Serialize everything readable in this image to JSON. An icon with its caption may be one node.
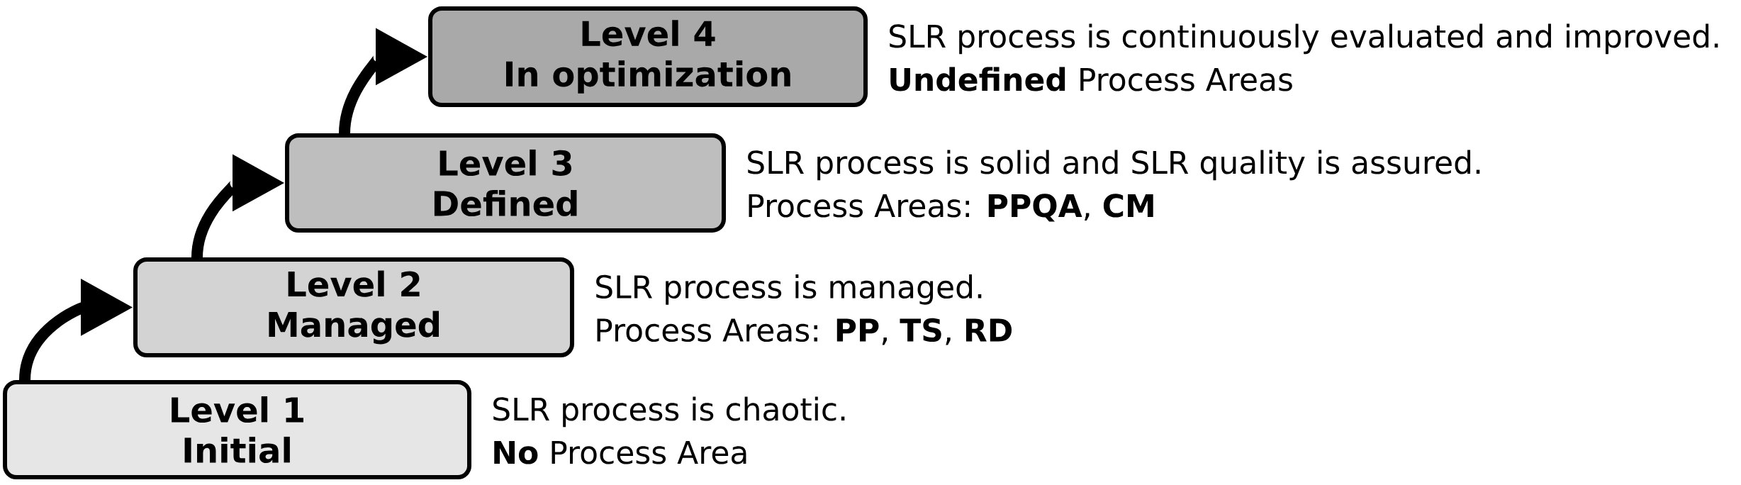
{
  "diagram": {
    "nodes": [
      {
        "text": [
          "Level 1",
          "Initial"
        ],
        "beside": [
          "SLR process is chaotic.",
          "**No** Process Area"
        ]
      },
      {
        "text": [
          "Level 2",
          "Managed"
        ],
        "beside": [
          "SLR process is managed.",
          "Process Areas: **PP**, **TS**, **RD**"
        ]
      },
      {
        "text": [
          "Level 3",
          "Defined"
        ],
        "beside": [
          "SLR process is solid and SLR quality is assured.",
          "Process Areas: **PPQA**, **CM**"
        ]
      },
      {
        "text": [
          "Level 4",
          "In optimization"
        ],
        "beside": [
          "SLR process is continuously evaluated and improved.",
          "**Undefined** Process Areas"
        ]
      }
    ],
    "edges": [
      {
        "from": 0,
        "to": 1,
        "arrow": "to"
      },
      {
        "from": 1,
        "to": 2,
        "arrow": "to"
      },
      {
        "from": 2,
        "to": 3,
        "arrow": "to"
      }
    ]
  }
}
